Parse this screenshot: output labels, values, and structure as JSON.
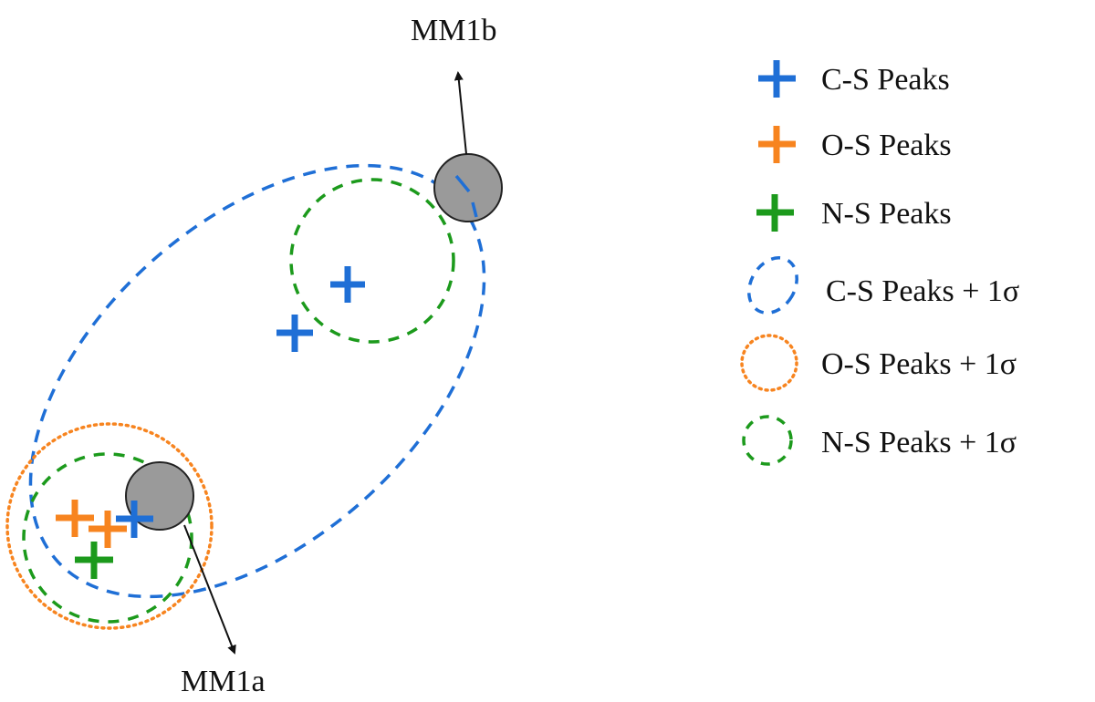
{
  "labels": {
    "top": "MM1b",
    "bottom": "MM1a"
  },
  "colors": {
    "cs": "#1f6fd6",
    "os": "#f7841f",
    "ns": "#1c9a1c",
    "source_fill": "#9a9a9a",
    "arrow": "#111111"
  },
  "legend": [
    {
      "label": "C-S Peaks",
      "marker": "plus-icon",
      "color_key": "cs"
    },
    {
      "label": "O-S Peaks",
      "marker": "plus-icon",
      "color_key": "os"
    },
    {
      "label": "N-S Peaks",
      "marker": "plus-icon",
      "color_key": "ns"
    },
    {
      "label": "C-S Peaks + 1σ",
      "marker": "dashed-ellipse-icon",
      "color_key": "cs"
    },
    {
      "label": "O-S Peaks + 1σ",
      "marker": "dotted-circle-icon",
      "color_key": "os"
    },
    {
      "label": "N-S Peaks + 1σ",
      "marker": "dashed-circle-icon",
      "color_key": "ns"
    }
  ]
}
